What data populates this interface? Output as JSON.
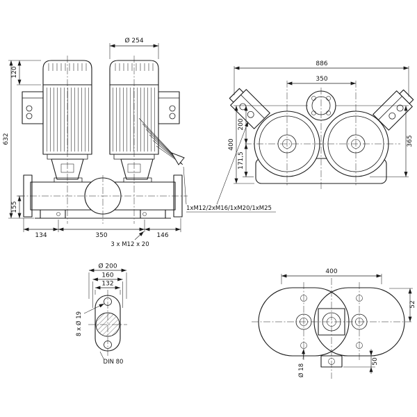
{
  "meta": {
    "background": "#ffffff",
    "ink": "#1a1a1a",
    "drawing_type": "twin-head inline pump dimensional drawing"
  },
  "front_view": {
    "dims": {
      "fan_diameter": "Ø 254",
      "fan_height": "120",
      "total_height": "632",
      "port_axis_height": "155",
      "flange_to_foot": "134",
      "foot_spacing": "350",
      "foot_to_flange": "146"
    },
    "notes": {
      "foot_bolts": "3 x M12 x 20"
    }
  },
  "top_view": {
    "dims": {
      "overall_width": "886",
      "motor_spacing": "350",
      "overall_depth": "400",
      "depth_front": "200",
      "depth_rear": "171,5",
      "motor_length": "365"
    },
    "notes": {
      "cable_glands": "1xM12/2xM16/1xM20/1xM25"
    }
  },
  "flange_view": {
    "dims": {
      "outer_diameter": "Ø 200",
      "bolt_circle_diameter": "160",
      "bore_diameter": "132"
    },
    "notes": {
      "bolt_holes": "8 x Ø 19",
      "standard": "DIN 80"
    }
  },
  "bottom_view": {
    "dims": {
      "width": "400",
      "edge_offset": "52",
      "foot_height": "50"
    },
    "notes": {
      "hole_diameter": "Ø 18"
    }
  }
}
